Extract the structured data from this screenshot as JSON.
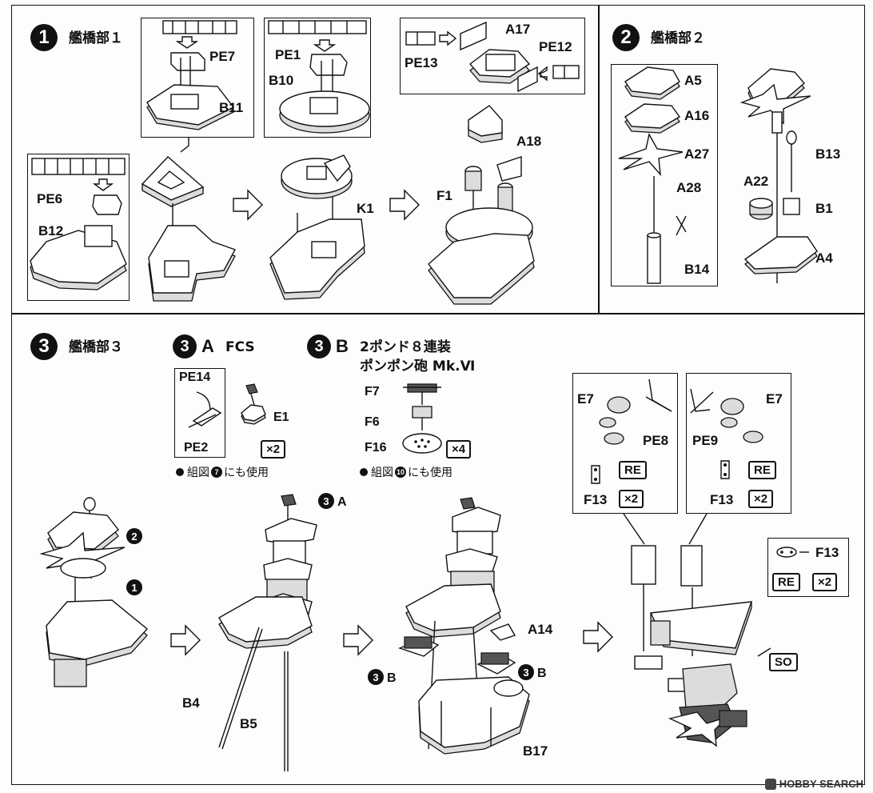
{
  "steps": {
    "s1": {
      "number": "1",
      "title": "艦橋部１"
    },
    "s2": {
      "number": "2",
      "title": "艦橋部２"
    },
    "s3": {
      "number": "3",
      "title": "艦橋部３"
    },
    "s3a": {
      "number": "3",
      "letter": "A",
      "title": "FCS"
    },
    "s3b": {
      "number": "3",
      "letter": "B",
      "title_line1": "2ポンド８連装",
      "title_line2": "ポンポン砲 Mk.Ⅵ"
    }
  },
  "parts": {
    "pe7": "PE7",
    "pe1": "PE1",
    "b10": "B10",
    "b11": "B11",
    "pe6": "PE6",
    "b12": "B12",
    "k1": "K1",
    "pe13": "PE13",
    "a17": "A17",
    "pe12": "PE12",
    "a18": "A18",
    "f1": "F1",
    "a5": "A5",
    "a16": "A16",
    "a27": "A27",
    "a28": "A28",
    "b14": "B14",
    "b13": "B13",
    "a22": "A22",
    "b1": "B1",
    "a4": "A4",
    "pe14": "PE14",
    "pe2": "PE2",
    "e1": "E1",
    "f7": "F7",
    "f6": "F6",
    "f16": "F16",
    "b4": "B4",
    "b5": "B5",
    "a14": "A14",
    "b17": "B17",
    "e7_left": "E7",
    "e7_right": "E7",
    "pe8": "PE8",
    "pe9": "PE9",
    "f13_left": "F13",
    "f13_right": "F13",
    "f13_so": "F13"
  },
  "badges": {
    "x2_fcs": "×2",
    "x4_pompom": "×4",
    "re_left": "RE",
    "x2_left": "×2",
    "re_right": "RE",
    "x2_right": "×2",
    "re_so": "RE",
    "x2_so": "×2",
    "so": "SO"
  },
  "notes": {
    "fcs_note_pre": "組図",
    "fcs_note_num": "7",
    "fcs_note_post": "にも使用",
    "pompom_note_pre": "組図",
    "pompom_note_num": "10",
    "pompom_note_post": "にも使用"
  },
  "callouts": {
    "ref_step2": "2",
    "ref_step1": "1",
    "ref_3a_num": "3",
    "ref_3a_letter": "A",
    "ref_3b_left_num": "3",
    "ref_3b_left_letter": "B",
    "ref_3b_right_num": "3",
    "ref_3b_right_letter": "B"
  },
  "watermark": "HOBBY SEARCH"
}
